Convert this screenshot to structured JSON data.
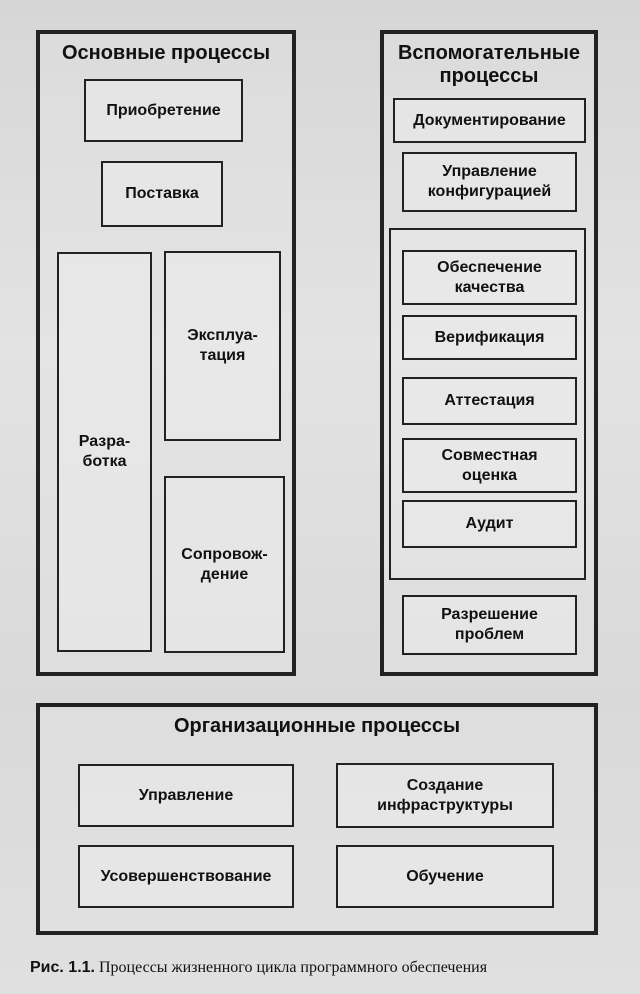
{
  "main": {
    "title": "Основные процессы",
    "acquisition": "Приобретение",
    "supply": "Поставка",
    "development": "Разра-\nботка",
    "operation": "Эксплуа-\nтация",
    "maintenance": "Сопровож-\nдение"
  },
  "support": {
    "title": "Вспомогательные\nпроцессы",
    "documentation": "Документирование",
    "configuration": "Управление\nконфигурацией",
    "quality": "Обеспечение\nкачества",
    "verification": "Верификация",
    "validation": "Аттестация",
    "joint_review": "Совместная\nоценка",
    "audit": "Аудит",
    "problem_resolution": "Разрешение\nпроблем"
  },
  "organizational": {
    "title": "Организационные процессы",
    "management": "Управление",
    "infrastructure": "Создание\nинфраструктуры",
    "improvement": "Усовершенствование",
    "training": "Обучение"
  },
  "caption": {
    "label": "Рис. 1.1.",
    "text": "Процессы жизненного цикла программного обеспечения"
  }
}
